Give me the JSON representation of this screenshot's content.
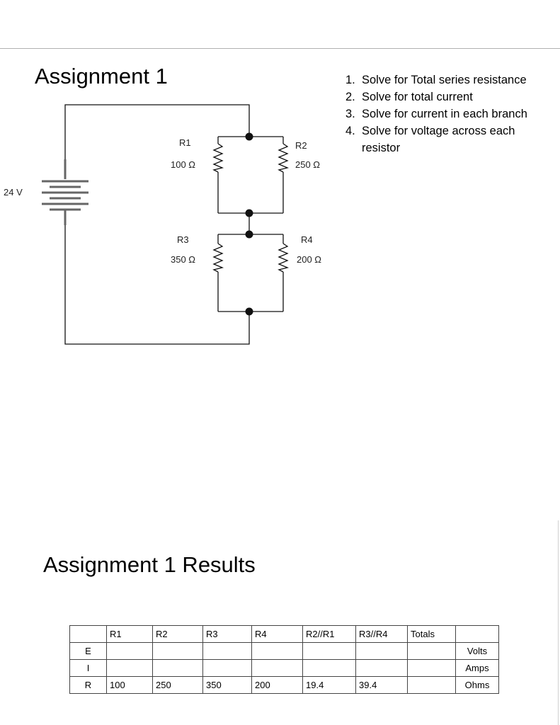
{
  "page": {
    "title": "Assignment 1",
    "results_title": "Assignment 1 Results"
  },
  "tasks": [
    {
      "num": "1.",
      "text": "Solve for Total series resistance"
    },
    {
      "num": "2.",
      "text": "Solve for total current"
    },
    {
      "num": "3.",
      "text": "Solve for current in each branch"
    },
    {
      "num": "4.",
      "text": "Solve for voltage across each resistor"
    }
  ],
  "circuit": {
    "source_voltage": "24 V",
    "resistors": [
      {
        "name": "R1",
        "value": "100 Ω"
      },
      {
        "name": "R2",
        "value": "250 Ω"
      },
      {
        "name": "R3",
        "value": "350 Ω"
      },
      {
        "name": "R4",
        "value": "200 Ω"
      }
    ]
  },
  "table": {
    "headers": [
      "",
      "R1",
      "R2",
      "R3",
      "R4",
      "R2//R1",
      "R3//R4",
      "Totals",
      ""
    ],
    "rows": [
      {
        "label": "E",
        "cells": [
          "",
          "",
          "",
          "",
          "",
          "",
          ""
        ],
        "unit": "Volts"
      },
      {
        "label": "I",
        "cells": [
          "",
          "",
          "",
          "",
          "",
          "",
          ""
        ],
        "unit": "Amps"
      },
      {
        "label": "R",
        "cells": [
          "100",
          "250",
          "350",
          "200",
          "19.4",
          "39.4",
          ""
        ],
        "unit": "Ohms"
      }
    ]
  }
}
